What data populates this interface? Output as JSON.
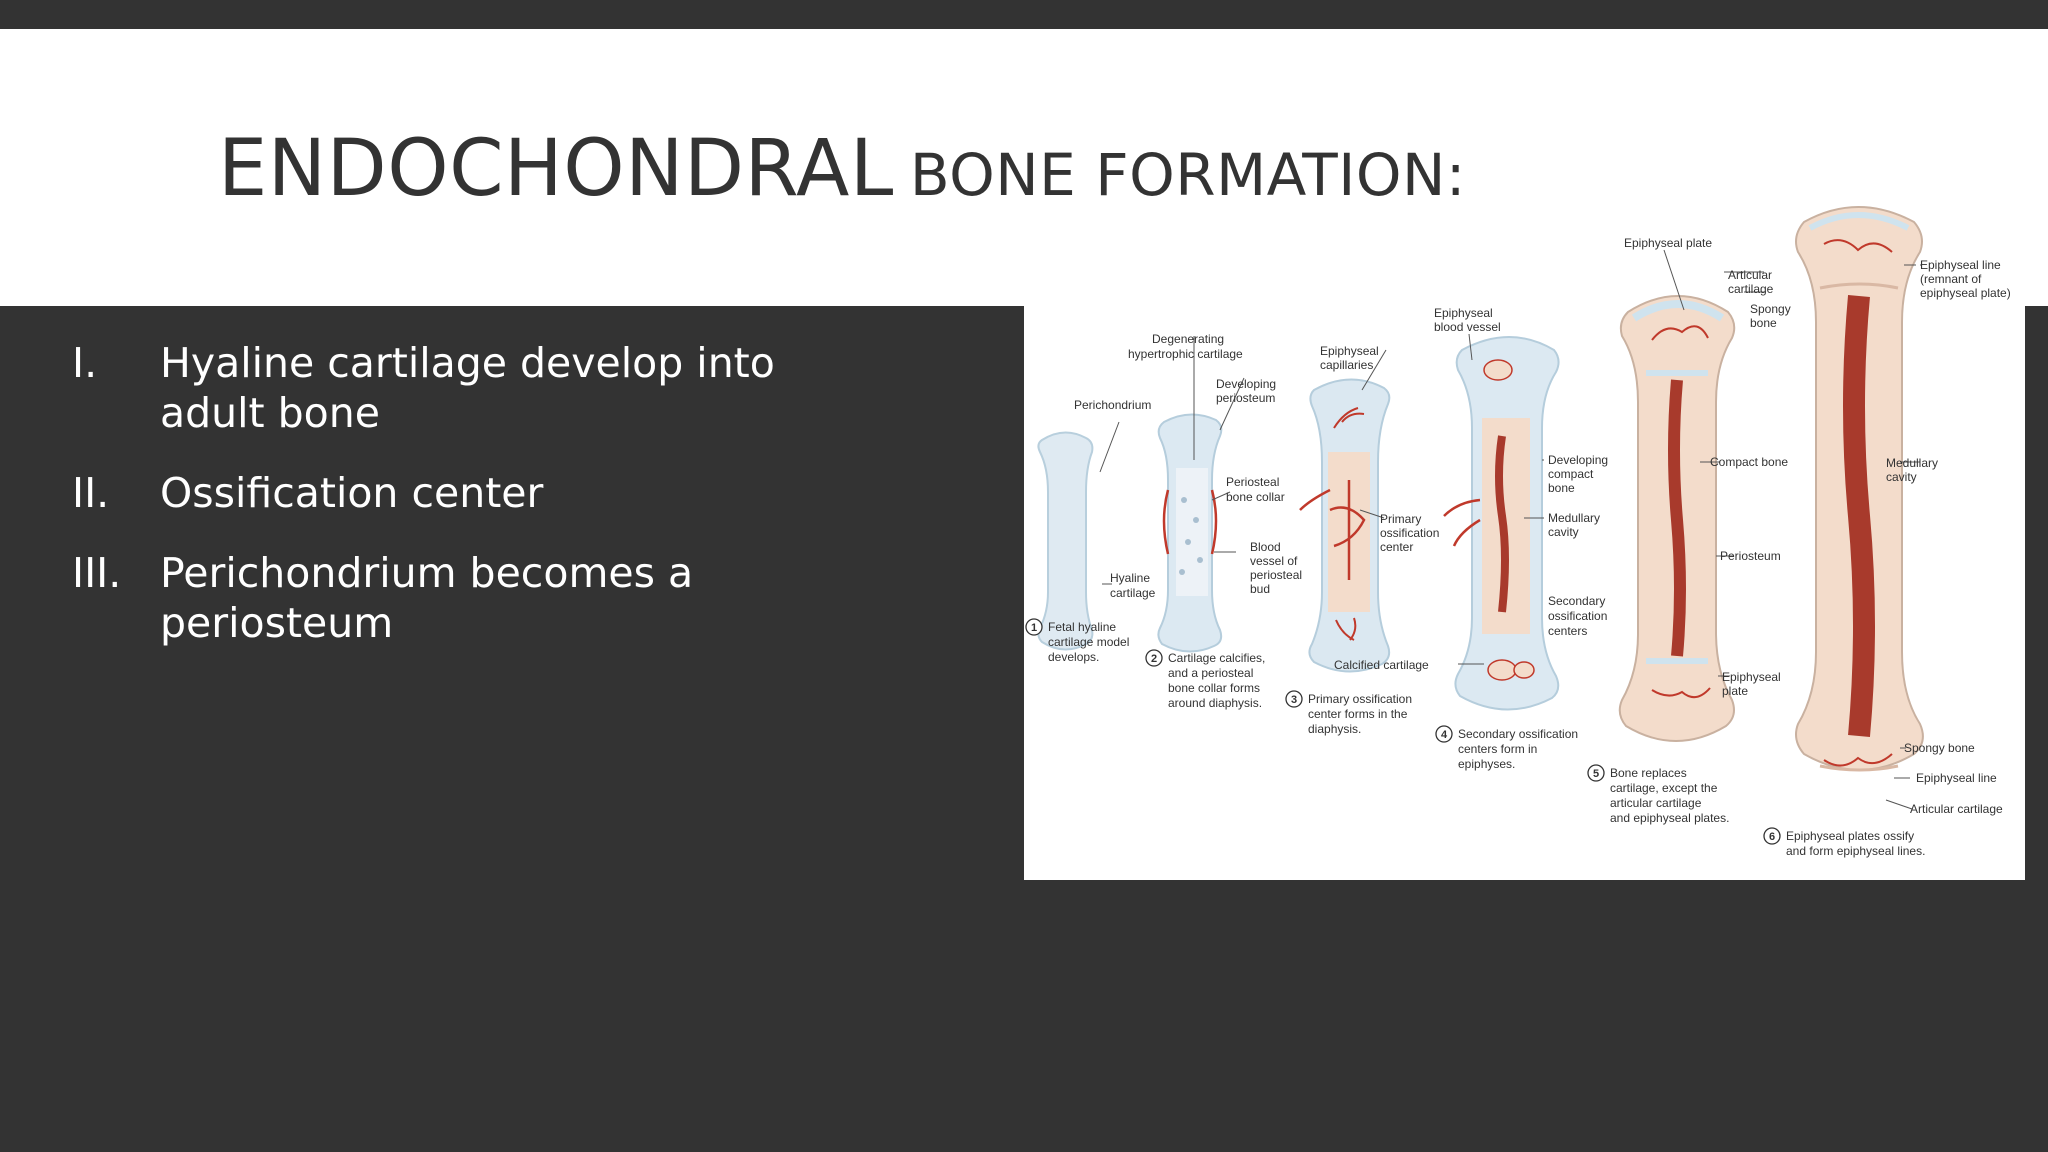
{
  "slide": {
    "title_main": "ENDOCHONDRAL",
    "title_rest": "BONE FORMATION:",
    "bullets": [
      {
        "numeral": "I.",
        "text": "Hyaline cartilage develop into adult bone"
      },
      {
        "numeral": "II.",
        "text": "Ossification center"
      },
      {
        "numeral": "III.",
        "text": "Perichondrium becomes a periosteum"
      }
    ]
  },
  "figure": {
    "labels": {
      "epiphyseal_plate_top": "Epiphyseal plate",
      "epiphyseal_line_1": "Epiphyseal line",
      "epiphyseal_line_2": "(remnant of",
      "epiphyseal_line_3": "epiphyseal plate)",
      "articular_cartilage_1": "Articular",
      "articular_cartilage_2": "cartilage",
      "spongy_bone_1": "Spongy",
      "spongy_bone_2": "bone",
      "epiphyseal_blood_vessel_1": "Epiphyseal",
      "epiphyseal_blood_vessel_2": "blood vessel",
      "degenerating_1": "Degenerating",
      "degenerating_2": "hypertrophic cartilage",
      "epiphyseal_capillaries_1": "Epiphyseal",
      "epiphyseal_capillaries_2": "capillaries",
      "developing_periosteum_1": "Developing",
      "developing_periosteum_2": "periosteum",
      "perichondrium": "Perichondrium",
      "developing_compact_1": "Developing",
      "developing_compact_2": "compact",
      "developing_compact_3": "bone",
      "compact_bone": "Compact bone",
      "medullary_cavity_1": "Medullary",
      "medullary_cavity_2": "cavity",
      "periosteal_collar_1": "Periosteal",
      "periosteal_collar_2": "bone collar",
      "primary_center_1": "Primary",
      "primary_center_2": "ossification",
      "primary_center_3": "center",
      "medullary_cavity_b_1": "Medullary",
      "medullary_cavity_b_2": "cavity",
      "blood_vessel_1": "Blood",
      "blood_vessel_2": "vessel of",
      "blood_vessel_3": "periosteal",
      "blood_vessel_4": "bud",
      "periosteum": "Periosteum",
      "hyaline_1": "Hyaline",
      "hyaline_2": "cartilage",
      "secondary_centers_1": "Secondary",
      "secondary_centers_2": "ossification",
      "secondary_centers_3": "centers",
      "calcified_cartilage": "Calcified cartilage",
      "epiphyseal_plate_b_1": "Epiphyseal",
      "epiphyseal_plate_b_2": "plate",
      "spongy_bone_b": "Spongy bone",
      "epiphyseal_line_b": "Epiphyseal line",
      "articular_cartilage_b": "Articular cartilage"
    },
    "steps": [
      {
        "num": "1",
        "l1": "Fetal hyaline",
        "l2": "cartilage model",
        "l3": "develops."
      },
      {
        "num": "2",
        "l1": "Cartilage calcifies,",
        "l2": "and a periosteal",
        "l3": "bone collar forms",
        "l4": "around diaphysis."
      },
      {
        "num": "3",
        "l1": "Primary ossification",
        "l2": "center forms in the",
        "l3": "diaphysis."
      },
      {
        "num": "4",
        "l1": "Secondary ossification",
        "l2": "centers form in",
        "l3": "epiphyses."
      },
      {
        "num": "5",
        "l1": "Bone replaces",
        "l2": "cartilage, except the",
        "l3": "articular cartilage",
        "l4": "and epiphyseal plates."
      },
      {
        "num": "6",
        "l1": "Epiphyseal plates ossify",
        "l2": "and form epiphyseal lines."
      }
    ],
    "colors": {
      "cartilage": "#cfe3ee",
      "bone": "#f3dccb",
      "vessel": "#c0392b",
      "marrow": "#a83a2c"
    }
  }
}
